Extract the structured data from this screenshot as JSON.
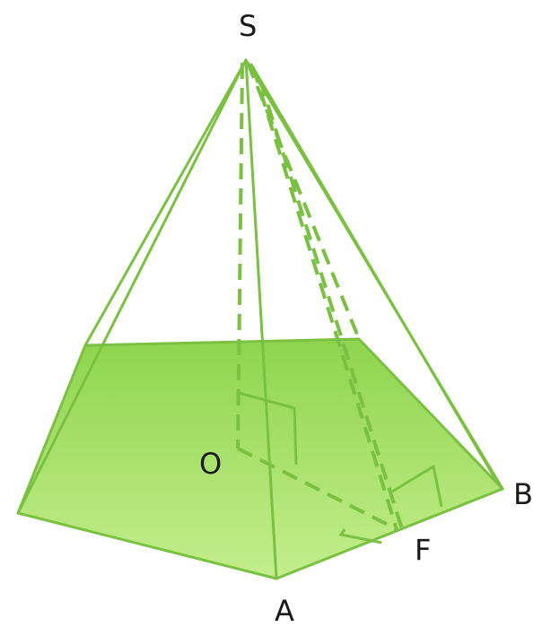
{
  "labels": {
    "apex": "S",
    "center": "O",
    "vertex_b": "B",
    "midpoint": "F",
    "vertex_a": "A"
  },
  "colors": {
    "edge": "#7ac142",
    "base_fill_top": "#8ed44e",
    "base_fill_bottom": "#c4ee8c",
    "background": "#ffffff"
  }
}
